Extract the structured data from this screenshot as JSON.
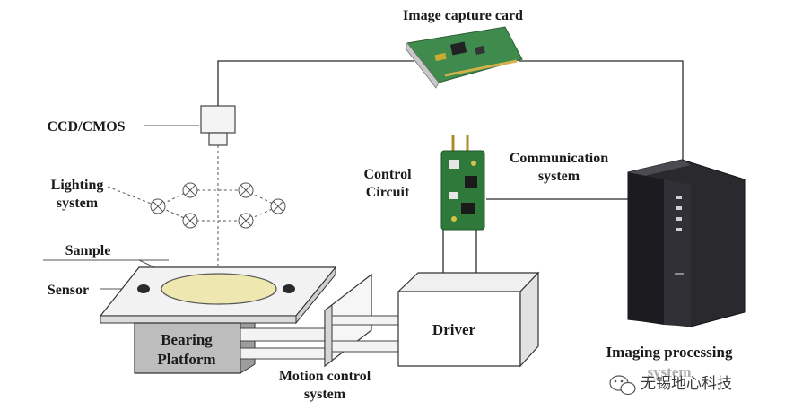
{
  "labels": {
    "image_capture_card": "Image capture card",
    "ccd_cmos": "CCD/CMOS",
    "lighting_line1": "Lighting",
    "lighting_line2": "system",
    "sample": "Sample",
    "sensor": "Sensor",
    "bearing_line1": "Bearing",
    "bearing_line2": "Platform",
    "motion_line1": "Motion control",
    "motion_line2": "system",
    "driver": "Driver",
    "control_line1": "Control",
    "control_line2": "Circuit",
    "comm_line1": "Communication",
    "comm_line2": "system",
    "imaging_line1": "Imaging processing",
    "imaging_line2": "system"
  },
  "watermark": {
    "text": "无锡地心科技"
  },
  "colors": {
    "pcb_green": "#2f7a3a",
    "pc_dark": "#1c1c20",
    "sample_fill": "#efe7b0",
    "bearing_gray": "#bdbdbd"
  }
}
